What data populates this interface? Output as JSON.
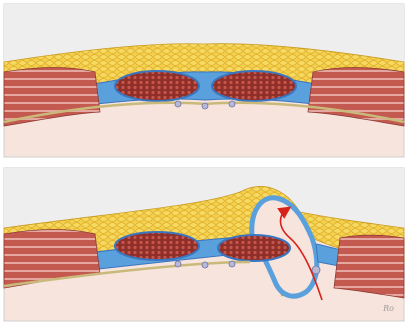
{
  "figure": {
    "signature": "Ro",
    "panels": [
      {
        "id": "top",
        "state": "normal abdominal wall"
      },
      {
        "id": "bottom",
        "state": "parastomal herniation with arrow indicating displacement"
      }
    ]
  },
  "colors": {
    "background": "#f0f0f0",
    "cavity": "#f7e4dc",
    "fat": "#f3d04e",
    "fat_cell": "#e4b228",
    "fascia": "#5aa0dc",
    "fascia_dark": "#3a76bf",
    "rectus": "#8e2f2a",
    "rectus_dots": "#c8554a",
    "lateral_muscle": "#c45a4f",
    "lateral_muscle_stripe": "#e5a8a0",
    "peritoneum": "#c9b97a",
    "arrow": "#d8231c"
  },
  "icons": {
    "arrow": "red-curved-arrow-icon"
  }
}
